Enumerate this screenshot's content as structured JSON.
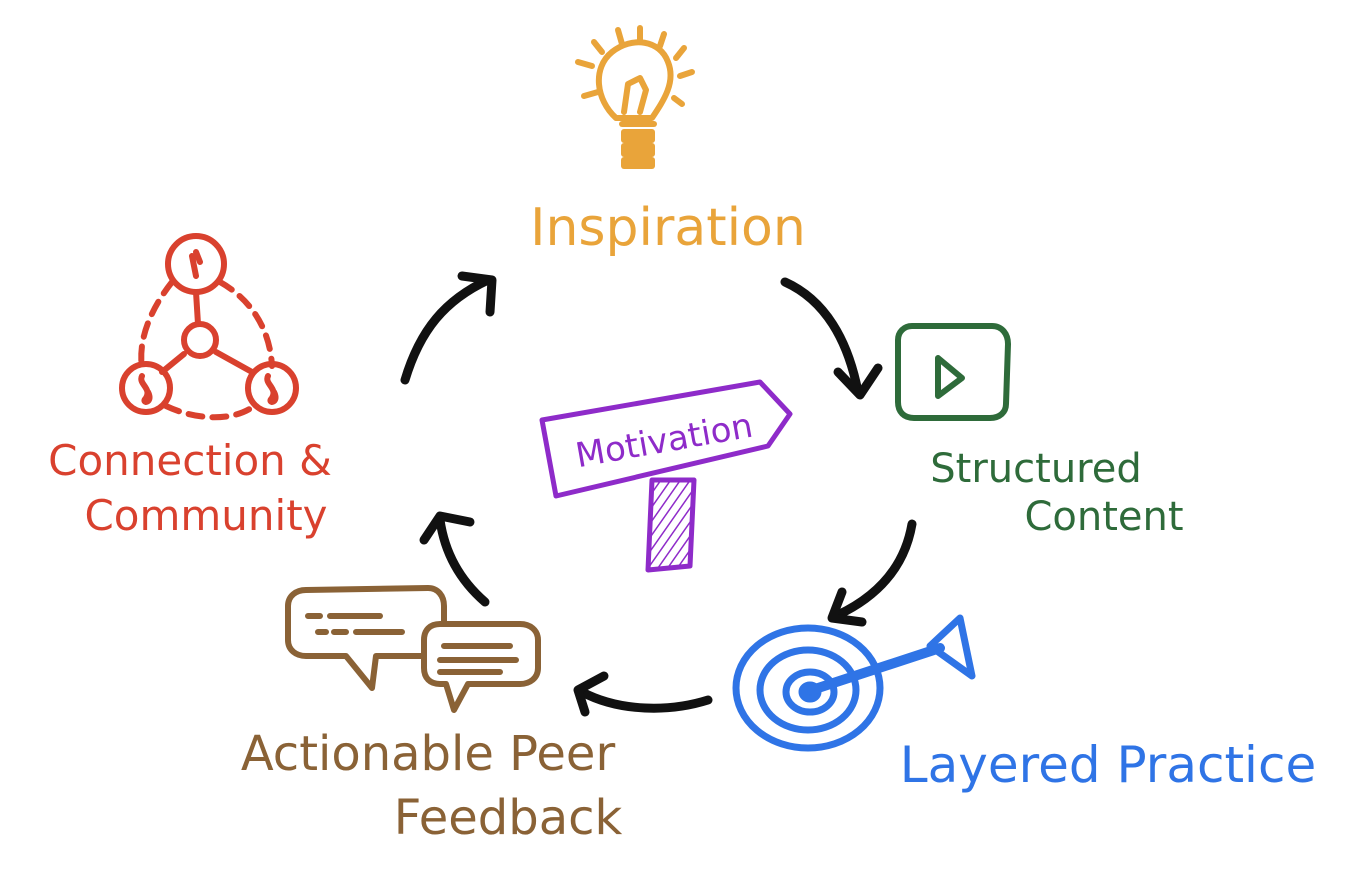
{
  "stages": {
    "inspiration": {
      "label": "Inspiration",
      "color": "#E9A43A",
      "icon": "lightbulb-icon"
    },
    "structured_content": {
      "line1": "Structured",
      "line2": "Content",
      "color": "#2E6B3A",
      "icon": "video-play-icon"
    },
    "layered_practice": {
      "label": "Layered Practice",
      "color": "#2F74E6",
      "icon": "target-dart-icon"
    },
    "peer_feedback": {
      "line1": "Actionable Peer",
      "line2": "Feedback",
      "color": "#8A6236",
      "icon": "speech-bubbles-icon"
    },
    "community": {
      "line1": "Connection &",
      "line2": "Community",
      "color": "#D9412E",
      "icon": "network-nodes-icon"
    }
  },
  "center": {
    "label": "Motivation",
    "color": "#8E2BC9",
    "icon": "signpost-icon"
  },
  "arrow_color": "#111111"
}
